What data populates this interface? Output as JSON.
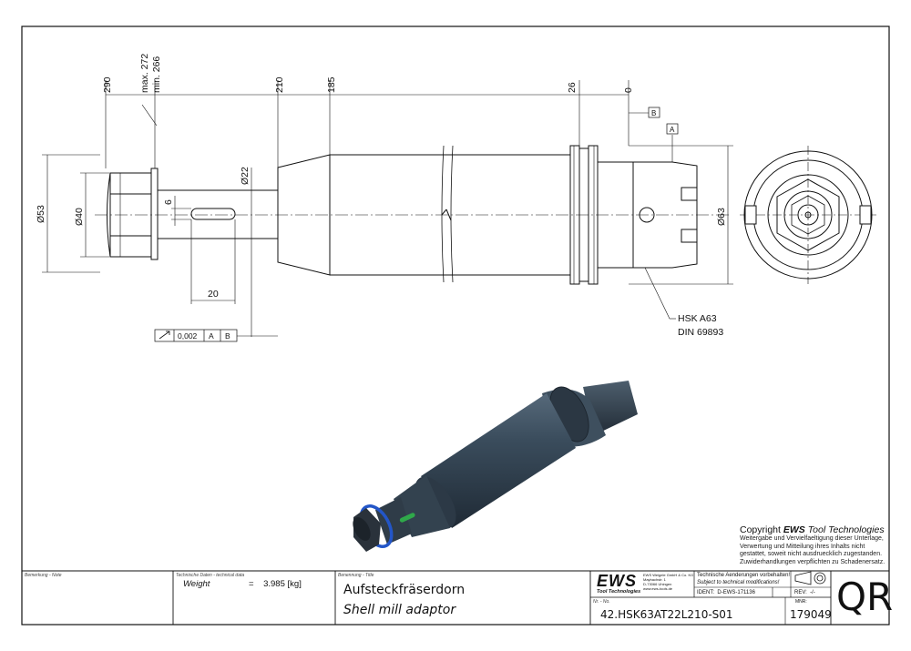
{
  "dims": {
    "d290": "290",
    "dmax": "max. 272",
    "dmin": "min. 266",
    "d210": "210",
    "d185": "185",
    "d26": "26",
    "d0": "0",
    "d53": "Ø53",
    "d40": "Ø40",
    "d22": "Ø22",
    "d6": "6",
    "d20": "20",
    "d63": "Ø63"
  },
  "datums": {
    "a": "A",
    "b": "B"
  },
  "tolerance": {
    "value": "0,002",
    "ref_a": "A",
    "ref_b": "B"
  },
  "hsk": {
    "line1": "HSK A63",
    "line2": "DIN 69893"
  },
  "copyright": {
    "prefix": "Copyright ",
    "brand": "EWS",
    "suffix": " Tool Technologies",
    "lines": [
      "Weitergabe und Vervielfaeltigung dieser Unterlage,",
      "Verwertung und Mitteilung ihres Inhalts nicht",
      "gestattet, soweit nicht ausdruecklich zugestanden.",
      "Zuwiderhandlungen verpflichten zu Schadenersatz."
    ]
  },
  "titleblock": {
    "remark_label": "Bemerkung - Note",
    "tech_label": "Technische Daten - technical data",
    "weight_label": "Weight",
    "weight_value": "=    3.985 [kg]",
    "title_label": "Benennung - Title",
    "title_de": "Aufsteckfräserdorn",
    "title_en": "Shell mill adaptor",
    "logo": "EWS",
    "logo_sub": "Tool Technologies",
    "company": [
      "EWS Weigele GmbH & Co. KG",
      "Maybachstr. 1",
      "D-73066 Uhingen",
      "www.ews-tools.de"
    ],
    "notice_de": "Technische Aenderungen vorbehalten!",
    "notice_en": "Subject to technical modifications!",
    "ident_label": "IDENT:",
    "ident_value": "D-EWS-171136",
    "rev_label": "REV:",
    "rev_value": "-/-",
    "nr_label": "Nr. - No.",
    "part_number": "42.HSK63AT22L210-S01",
    "mnr_label": "MNR:",
    "mnr_value": "179049",
    "qr": "QR"
  }
}
